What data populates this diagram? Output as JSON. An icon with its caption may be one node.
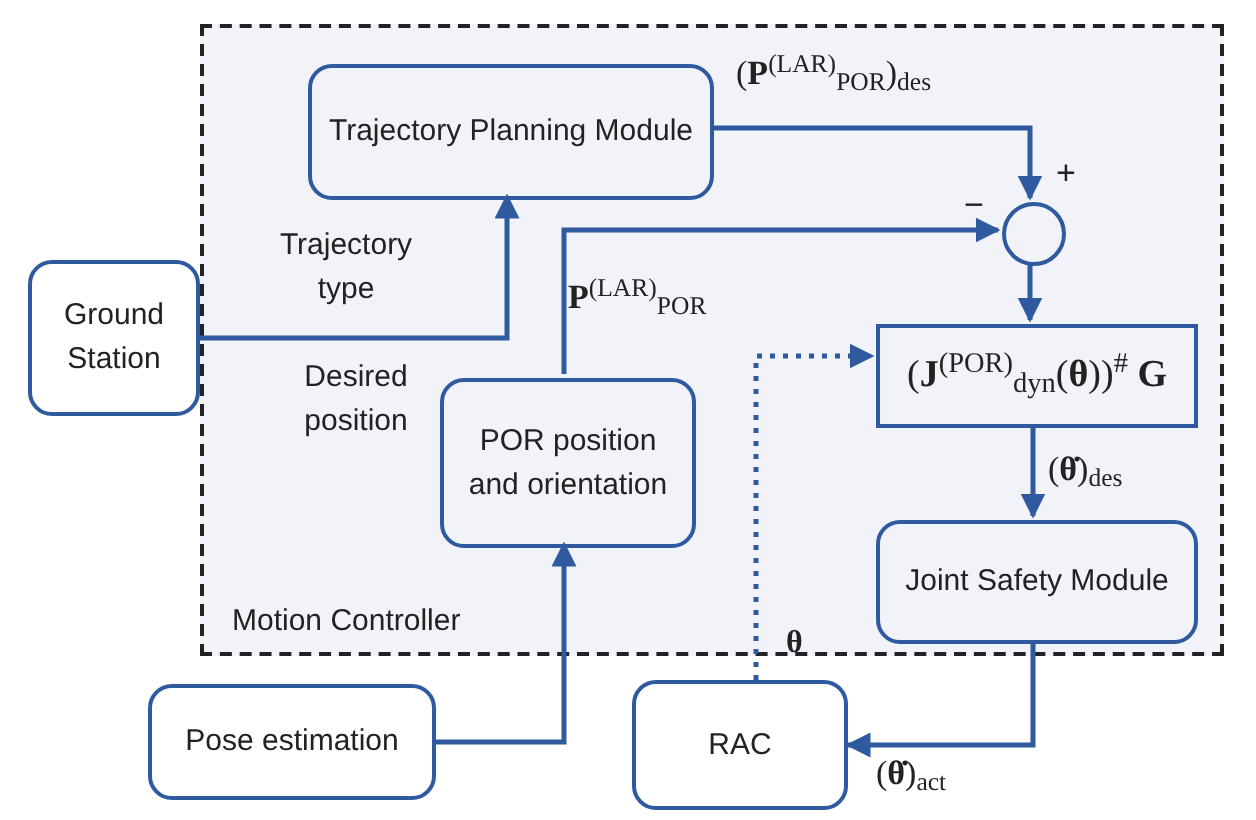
{
  "diagram": {
    "nodes": [
      {
        "text": [
          "Motion Controller"
        ]
      },
      {
        "text": [
          "Trajectory Planning Module"
        ],
        "in": 0
      },
      {
        "text": [],
        "shape": "circle",
        "in": 0
      },
      {
        "text": [
          "(**J**$^{(POR)}$$_{dyn}$(**θ**))$^{#}$ **G**"
        ],
        "in": 0
      },
      {
        "text": [
          "POR position and orientation"
        ],
        "in": 0
      },
      {
        "text": [
          "Joint Safety Module"
        ],
        "in": 0
      },
      {
        "text": [
          "Ground Station"
        ]
      },
      {
        "text": [
          "Pose estimation"
        ]
      },
      {
        "text": [
          "RAC"
        ]
      }
    ],
    "edges": [
      {
        "from": 6,
        "to": 1,
        "arrow": "to",
        "label": "Trajectory type"
      },
      {
        "from": 1,
        "to": 2,
        "arrow": "to",
        "label": "(**P**$^{(LAR)}$$_{POR}$)$_{des}$"
      },
      {
        "from": 4,
        "to": 2,
        "arrow": "to",
        "label": "**P**$^{(LAR)}$$_{POR}$"
      },
      {
        "from": 2,
        "to": 3,
        "arrow": "to"
      },
      {
        "from": 3,
        "to": 5,
        "arrow": "to",
        "label": "(**θ̇**)$_{des}$"
      },
      {
        "from": 5,
        "to": 8,
        "arrow": "to",
        "label": "(**θ̇**)$_{act}$"
      },
      {
        "from": 8,
        "to": 3,
        "arrow": "to",
        "label": "**θ**",
        "style": "dashed"
      },
      {
        "from": 7,
        "to": 4,
        "arrow": "to"
      }
    ],
    "labels": [
      "Desired position",
      "+",
      "−"
    ]
  }
}
